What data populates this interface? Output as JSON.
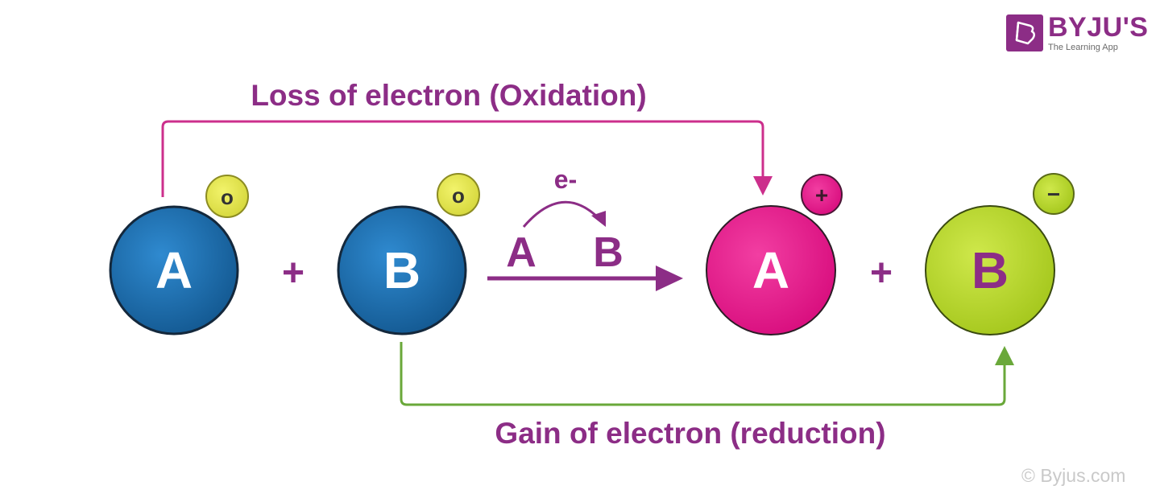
{
  "brand": {
    "name": "BYJU'S",
    "tagline": "The Learning App",
    "watermark": "© Byjus.com"
  },
  "labels": {
    "oxidation": "Loss of electron (Oxidation)",
    "reduction": "Gain of electron (reduction)",
    "electron": "e-",
    "transfer_from": "A",
    "transfer_to": "B"
  },
  "reactants": [
    {
      "letter": "A",
      "charge": "o"
    },
    {
      "letter": "B",
      "charge": "o"
    }
  ],
  "products": [
    {
      "letter": "A",
      "charge": "+"
    },
    {
      "letter": "B",
      "charge": "−"
    }
  ],
  "operators": {
    "plus": "+"
  },
  "colors": {
    "reactant_blue": "#1f6fad",
    "oxidized_pink": "#e6198b",
    "reduced_green": "#b8d82a",
    "neutral_yellow": "#e3e44a",
    "label_purple": "#8c2d86",
    "oxidation_line": "#cc2f8c",
    "reduction_line": "#6aa83a"
  }
}
